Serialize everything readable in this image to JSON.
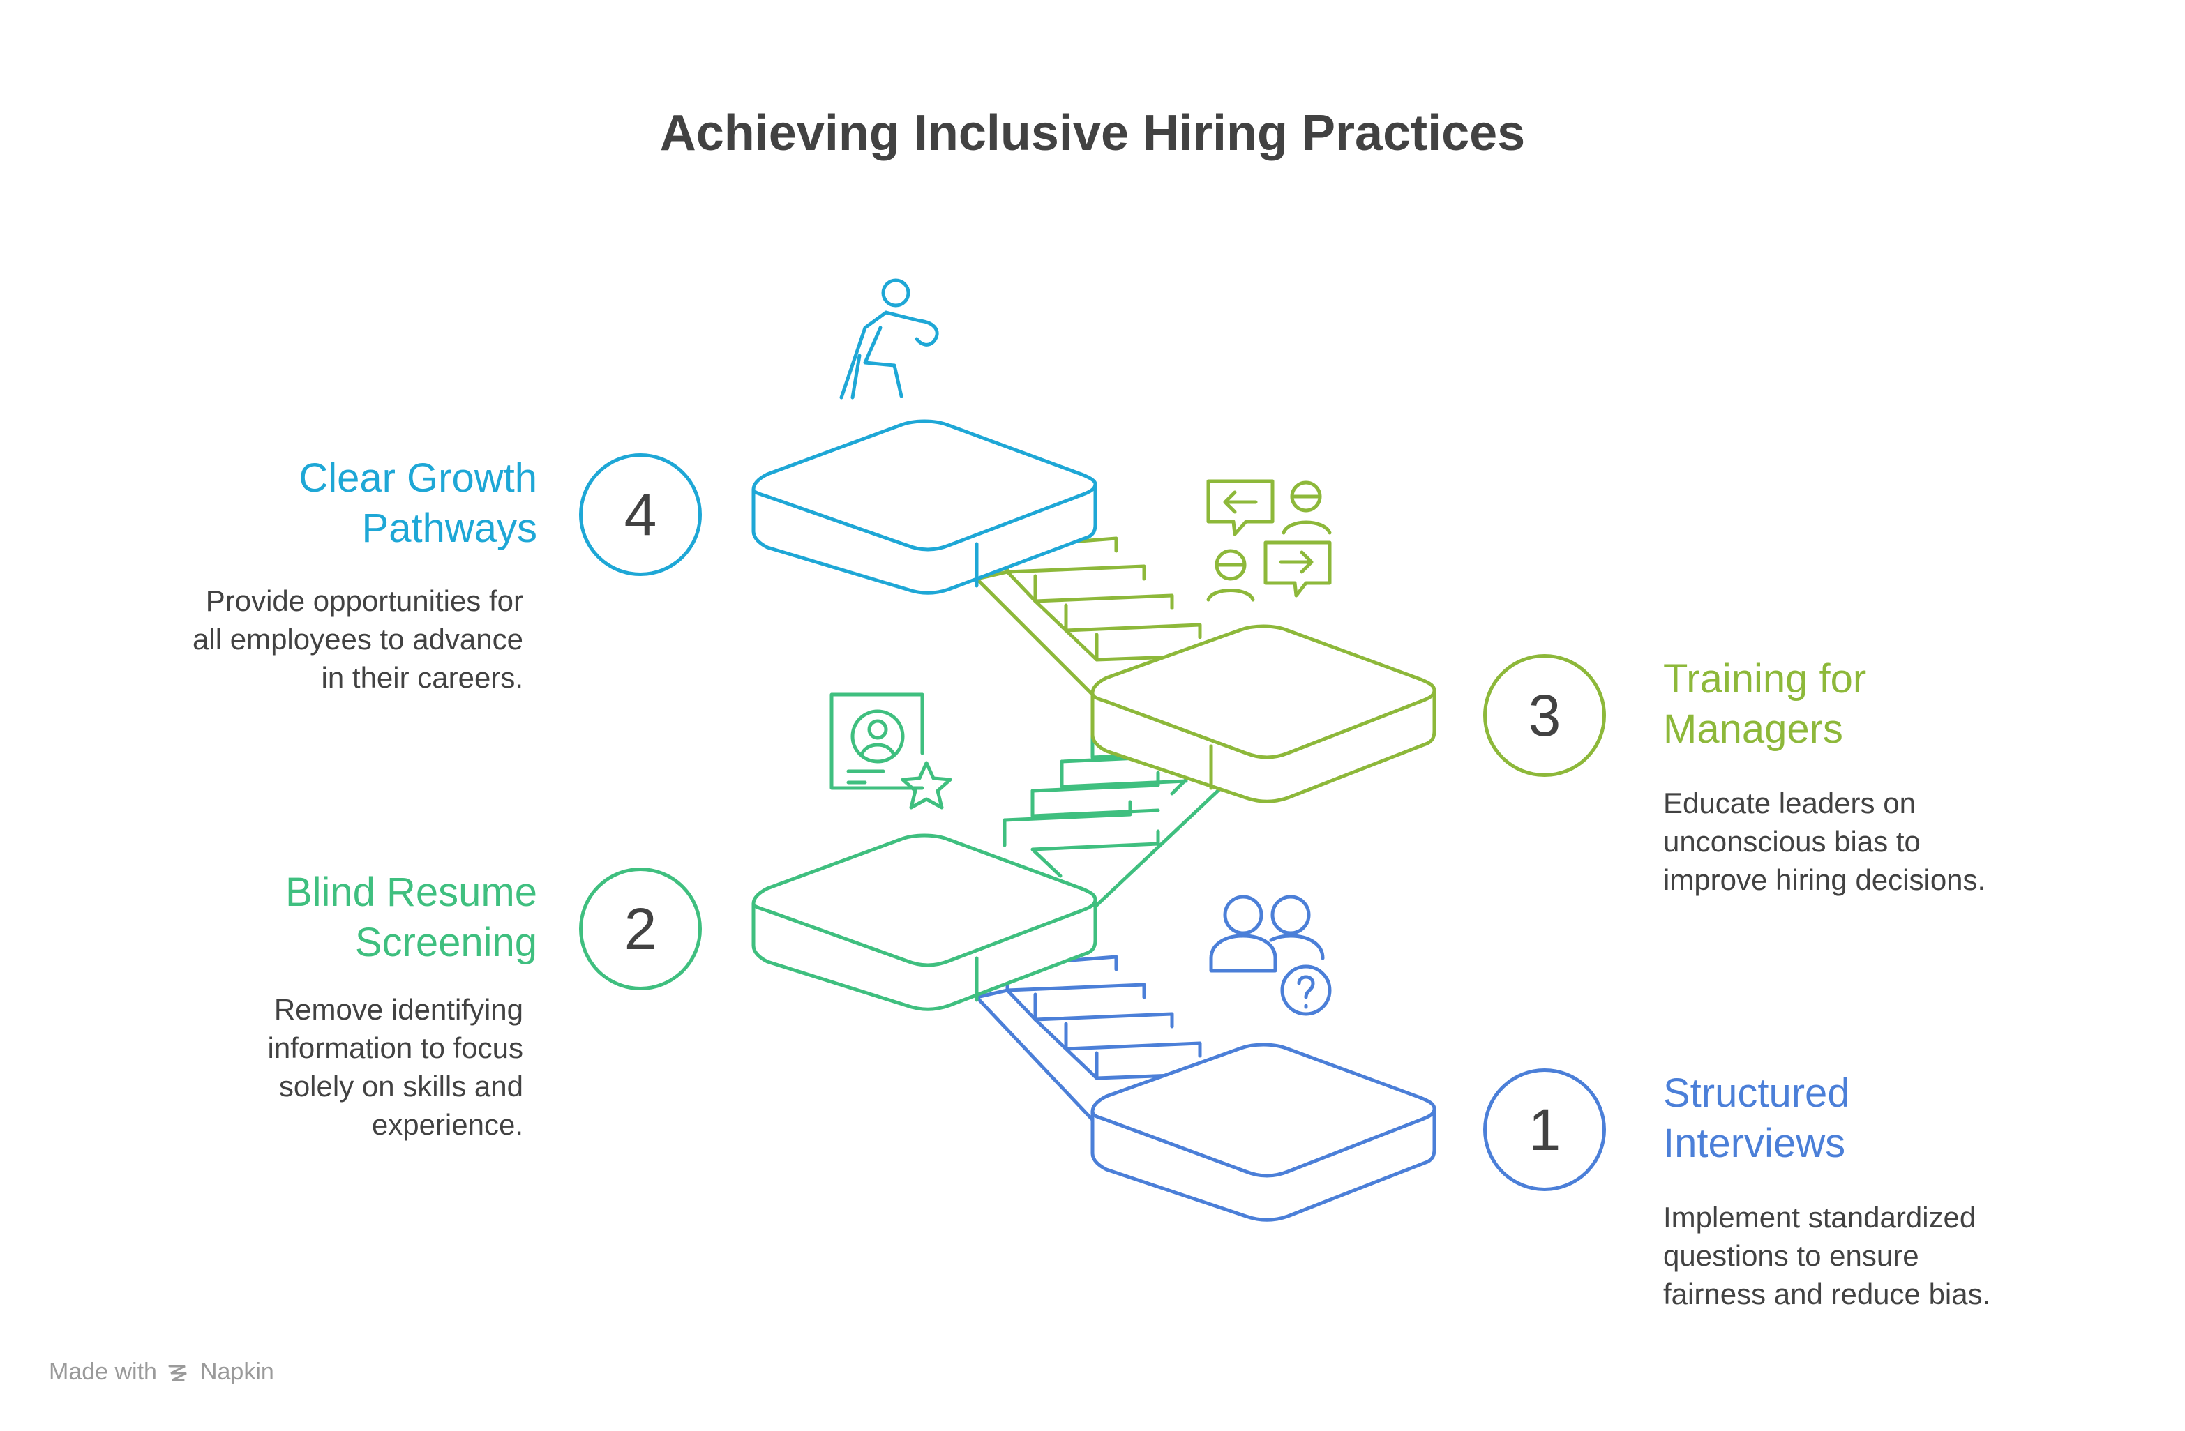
{
  "title": "Achieving Inclusive Hiring Practices",
  "colors": {
    "step1": "#4B7FD8",
    "step2": "#3FBF7F",
    "step3": "#8DB83A",
    "step4": "#1EA7D6",
    "text": "#424242"
  },
  "steps": [
    {
      "number": "1",
      "title": "Structured\nInterviews",
      "description": "Implement standardized\nquestions to ensure\nfairness and reduce bias.",
      "icon": "people-question-icon"
    },
    {
      "number": "2",
      "title": "Blind Resume\nScreening",
      "description": "Remove identifying\ninformation to focus\nsolely on skills and\nexperience.",
      "icon": "resume-star-icon"
    },
    {
      "number": "3",
      "title": "Training for\nManagers",
      "description": "Educate leaders on\nunconscious bias to\nimprove hiring decisions.",
      "icon": "conversation-icon"
    },
    {
      "number": "4",
      "title": "Clear Growth\nPathways",
      "description": "Provide opportunities for\nall employees to advance\nin their careers.",
      "icon": "climbing-person-icon"
    }
  ],
  "footer": {
    "made_with": "Made with",
    "brand": "Napkin"
  }
}
